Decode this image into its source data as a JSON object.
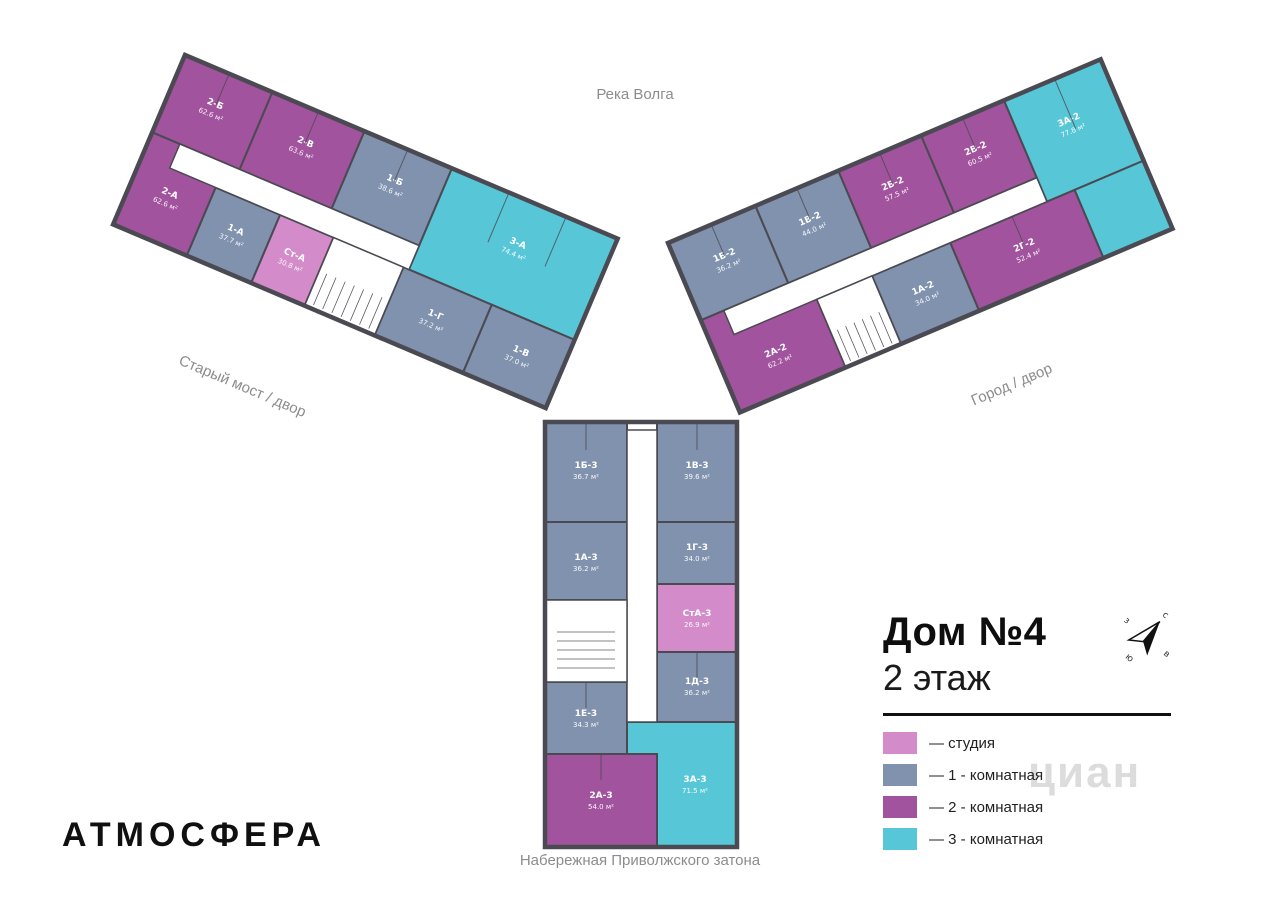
{
  "title": {
    "house": "Дом №4",
    "floor": "2 этаж"
  },
  "logo": "АТМОСФЕРА",
  "watermark": "циан",
  "surroundings": {
    "top": "Река Волга",
    "left": "Старый мост / двор",
    "right": "Город / двор",
    "bottom": "Набережная Приволжского затона"
  },
  "colors": {
    "studio": "#d38cc9",
    "one_room": "#8092ae",
    "two_room": "#a2539e",
    "three_room": "#57c7d8",
    "walls": "#4b4a52"
  },
  "legend": [
    {
      "label": "— студия",
      "color": "#d38cc9"
    },
    {
      "label": "— 1 - комнатная",
      "color": "#8092ae"
    },
    {
      "label": "— 2 - комнатная",
      "color": "#a2539e"
    },
    {
      "label": "— 3 - комнатная",
      "color": "#57c7d8"
    }
  ],
  "compass": {
    "north": "с",
    "south": "ю",
    "east": "в",
    "west": "з"
  },
  "wings": {
    "left": {
      "apartments": [
        {
          "id": "2-Б",
          "area": "62.6 м²",
          "rooms": "2"
        },
        {
          "id": "2-В",
          "area": "63.6 м²",
          "rooms": "2"
        },
        {
          "id": "1-Б",
          "area": "38.6 м²",
          "rooms": "1"
        },
        {
          "id": "3-А",
          "area": "74.4 м²",
          "rooms": "3"
        },
        {
          "id": "2-А",
          "area": "62.6 м²",
          "rooms": "2"
        },
        {
          "id": "1-А",
          "area": "37.7 м²",
          "rooms": "1"
        },
        {
          "id": "Ст-А",
          "area": "30.8 м²",
          "rooms": "studio"
        },
        {
          "id": "1-Г",
          "area": "37.2 м²",
          "rooms": "1"
        },
        {
          "id": "1-В",
          "area": "37.0 м²",
          "rooms": "1"
        }
      ]
    },
    "right": {
      "apartments": [
        {
          "id": "1Б-2",
          "area": "36.2 м²",
          "rooms": "1"
        },
        {
          "id": "1В-2",
          "area": "44.0 м²",
          "rooms": "1"
        },
        {
          "id": "2Б-2",
          "area": "57.5 м²",
          "rooms": "2"
        },
        {
          "id": "2В-2",
          "area": "60.5 м²",
          "rooms": "2"
        },
        {
          "id": "3А-2",
          "area": "77.8 м²",
          "rooms": "3"
        },
        {
          "id": "2А-2",
          "area": "62.2 м²",
          "rooms": "2"
        },
        {
          "id": "1А-2",
          "area": "34.0 м²",
          "rooms": "1"
        },
        {
          "id": "2Г-2",
          "area": "52.4 м²",
          "rooms": "2"
        }
      ]
    },
    "bottom": {
      "apartments": [
        {
          "id": "1Б-3",
          "area": "36.7 м²",
          "rooms": "1"
        },
        {
          "id": "1В-3",
          "area": "39.6 м²",
          "rooms": "1"
        },
        {
          "id": "1А-3",
          "area": "36.2 м²",
          "rooms": "1"
        },
        {
          "id": "1Г-3",
          "area": "34.0 м²",
          "rooms": "1"
        },
        {
          "id": "СтА-3",
          "area": "26.9 м²",
          "rooms": "studio"
        },
        {
          "id": "1Д-3",
          "area": "36.2 м²",
          "rooms": "1"
        },
        {
          "id": "1Е-3",
          "area": "34.3 м²",
          "rooms": "1"
        },
        {
          "id": "3А-3",
          "area": "71.5 м²",
          "rooms": "3"
        },
        {
          "id": "2А-3",
          "area": "54.0 м²",
          "rooms": "2"
        }
      ]
    }
  }
}
